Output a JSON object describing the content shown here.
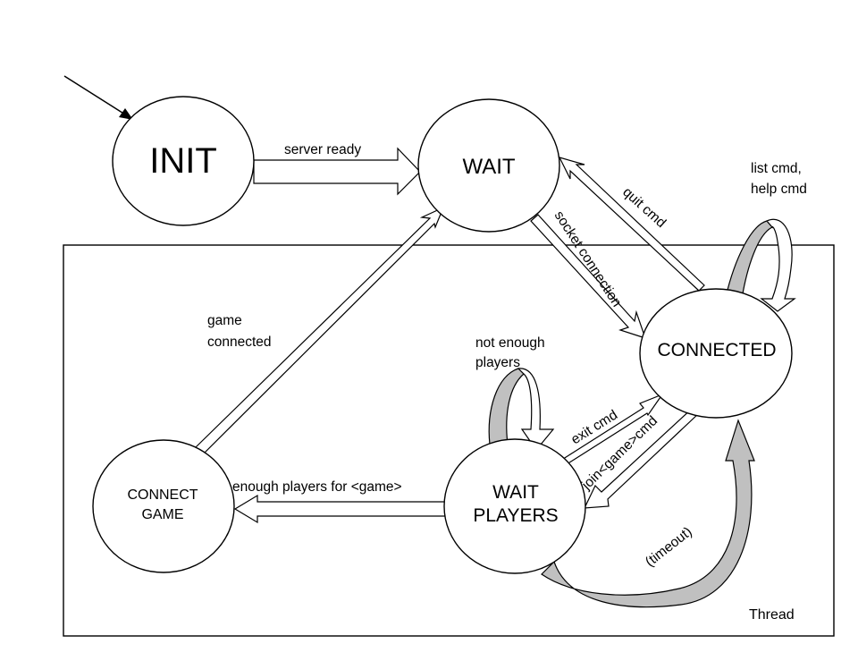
{
  "states": {
    "init": "INIT",
    "wait": "WAIT",
    "connected": "CONNECTED",
    "wait_players_line1": "WAIT",
    "wait_players_line2": "PLAYERS",
    "connect_game_line1": "CONNECT",
    "connect_game_line2": "GAME"
  },
  "transitions": {
    "server_ready": "server ready",
    "quit_cmd": "quit cmd",
    "socket_connection": "socket connection",
    "list_cmd_line1": "list cmd,",
    "list_cmd_line2": "help cmd",
    "game_connected_line1": "game",
    "game_connected_line2": "connected",
    "not_enough_line1": "not enough",
    "not_enough_line2": "players",
    "exit_cmd": "exit cmd",
    "join_cmd": "join<game>cmd",
    "enough_players": "enough players for <game>",
    "timeout": "(timeout)"
  },
  "thread_label": "Thread"
}
